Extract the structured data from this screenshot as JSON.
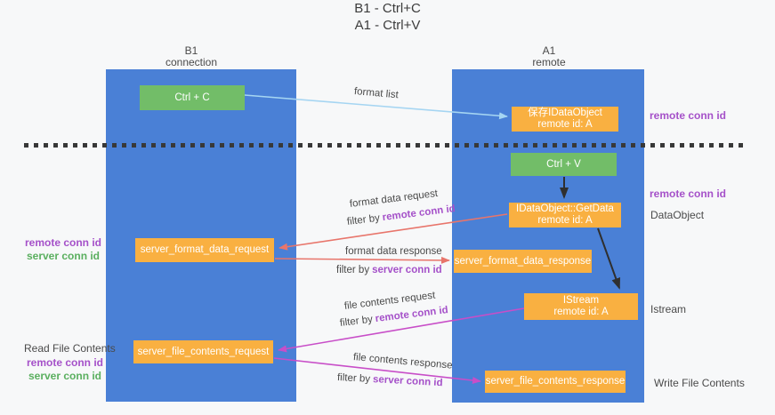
{
  "title": {
    "line1": "B1 - Ctrl+C",
    "line2": "A1 - Ctrl+V"
  },
  "columns": {
    "left": {
      "name": "B1",
      "role": "connection"
    },
    "right": {
      "name": "A1",
      "role": "remote"
    }
  },
  "nodes": {
    "ctrl_c": "Ctrl + C",
    "ctrl_v": "Ctrl + V",
    "save_idataobject": {
      "line1": "保存IDataObject",
      "line2": "remote id: A"
    },
    "getdata": {
      "line1": "IDataObject::GetData",
      "line2": "remote id: A"
    },
    "istream": {
      "line1": "IStream",
      "line2": "remote id: A"
    },
    "format_request": "server_format_data_request",
    "format_response": "server_format_data_response",
    "file_request": "server_file_contents_request",
    "file_response": "server_file_contents_response"
  },
  "labels": {
    "format_list": "format list",
    "format_data_request": "format data request",
    "format_data_response": "format data response",
    "file_contents_request": "file contents request",
    "file_contents_response": "file contents response",
    "filter_by": "filter by",
    "remote_conn_id": "remote conn id",
    "server_conn_id": "server conn id",
    "dataobject": "DataObject",
    "istream": "Istream",
    "read_file_contents": "Read File Contents",
    "write_file_contents": "Write File Contents"
  },
  "colors": {
    "lifeline_blue": "#4a80d6",
    "action_green": "#72bd68",
    "message_orange": "#f9b041",
    "remote_conn_purple": "#a551c9",
    "server_conn_green": "#5aaf5f",
    "format_arrow_red": "#e8756b",
    "file_arrow_magenta": "#c84ec8",
    "format_list_blue": "#a5d5f2",
    "black_arrow": "#2f2f2f"
  }
}
